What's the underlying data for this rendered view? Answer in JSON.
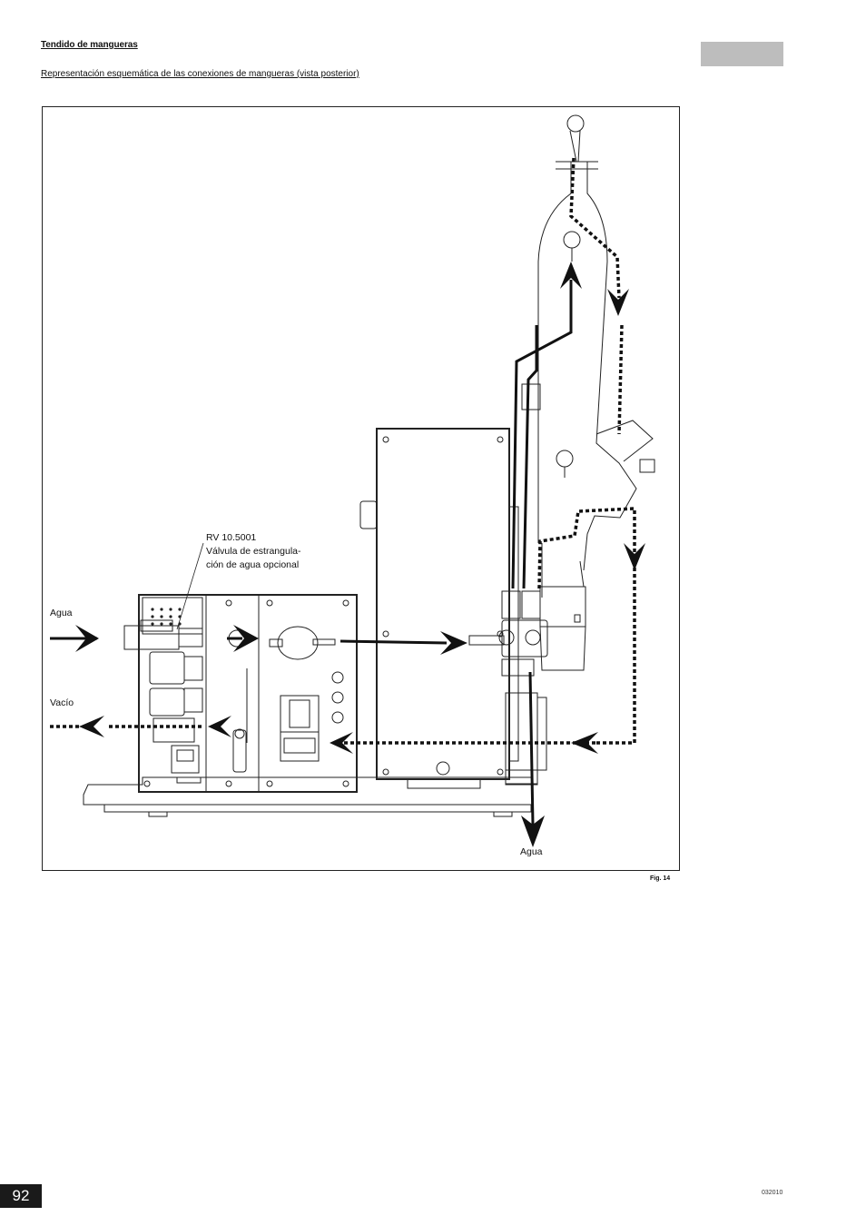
{
  "section": {
    "title": "Tendido de mangueras",
    "subtitle": "Representación esquemática de las conexiones de mangueras (vista posterior)"
  },
  "figure": {
    "labels": {
      "valve_line1": "RV 10.5001",
      "valve_line2": "Válvula de estrangula-",
      "valve_line3": "ción de agua opcional",
      "water_in": "Agua",
      "vacuum": "Vacío",
      "water_out": "Agua"
    },
    "caption": "Fig. 14"
  },
  "footer": {
    "page_number": "92",
    "doc_code": "032010"
  },
  "colors": {
    "tab_grey": "#bdbdbd",
    "line": "#111111"
  },
  "icons": [
    "water-flow-arrow-icon",
    "vacuum-flow-arrow-icon"
  ]
}
